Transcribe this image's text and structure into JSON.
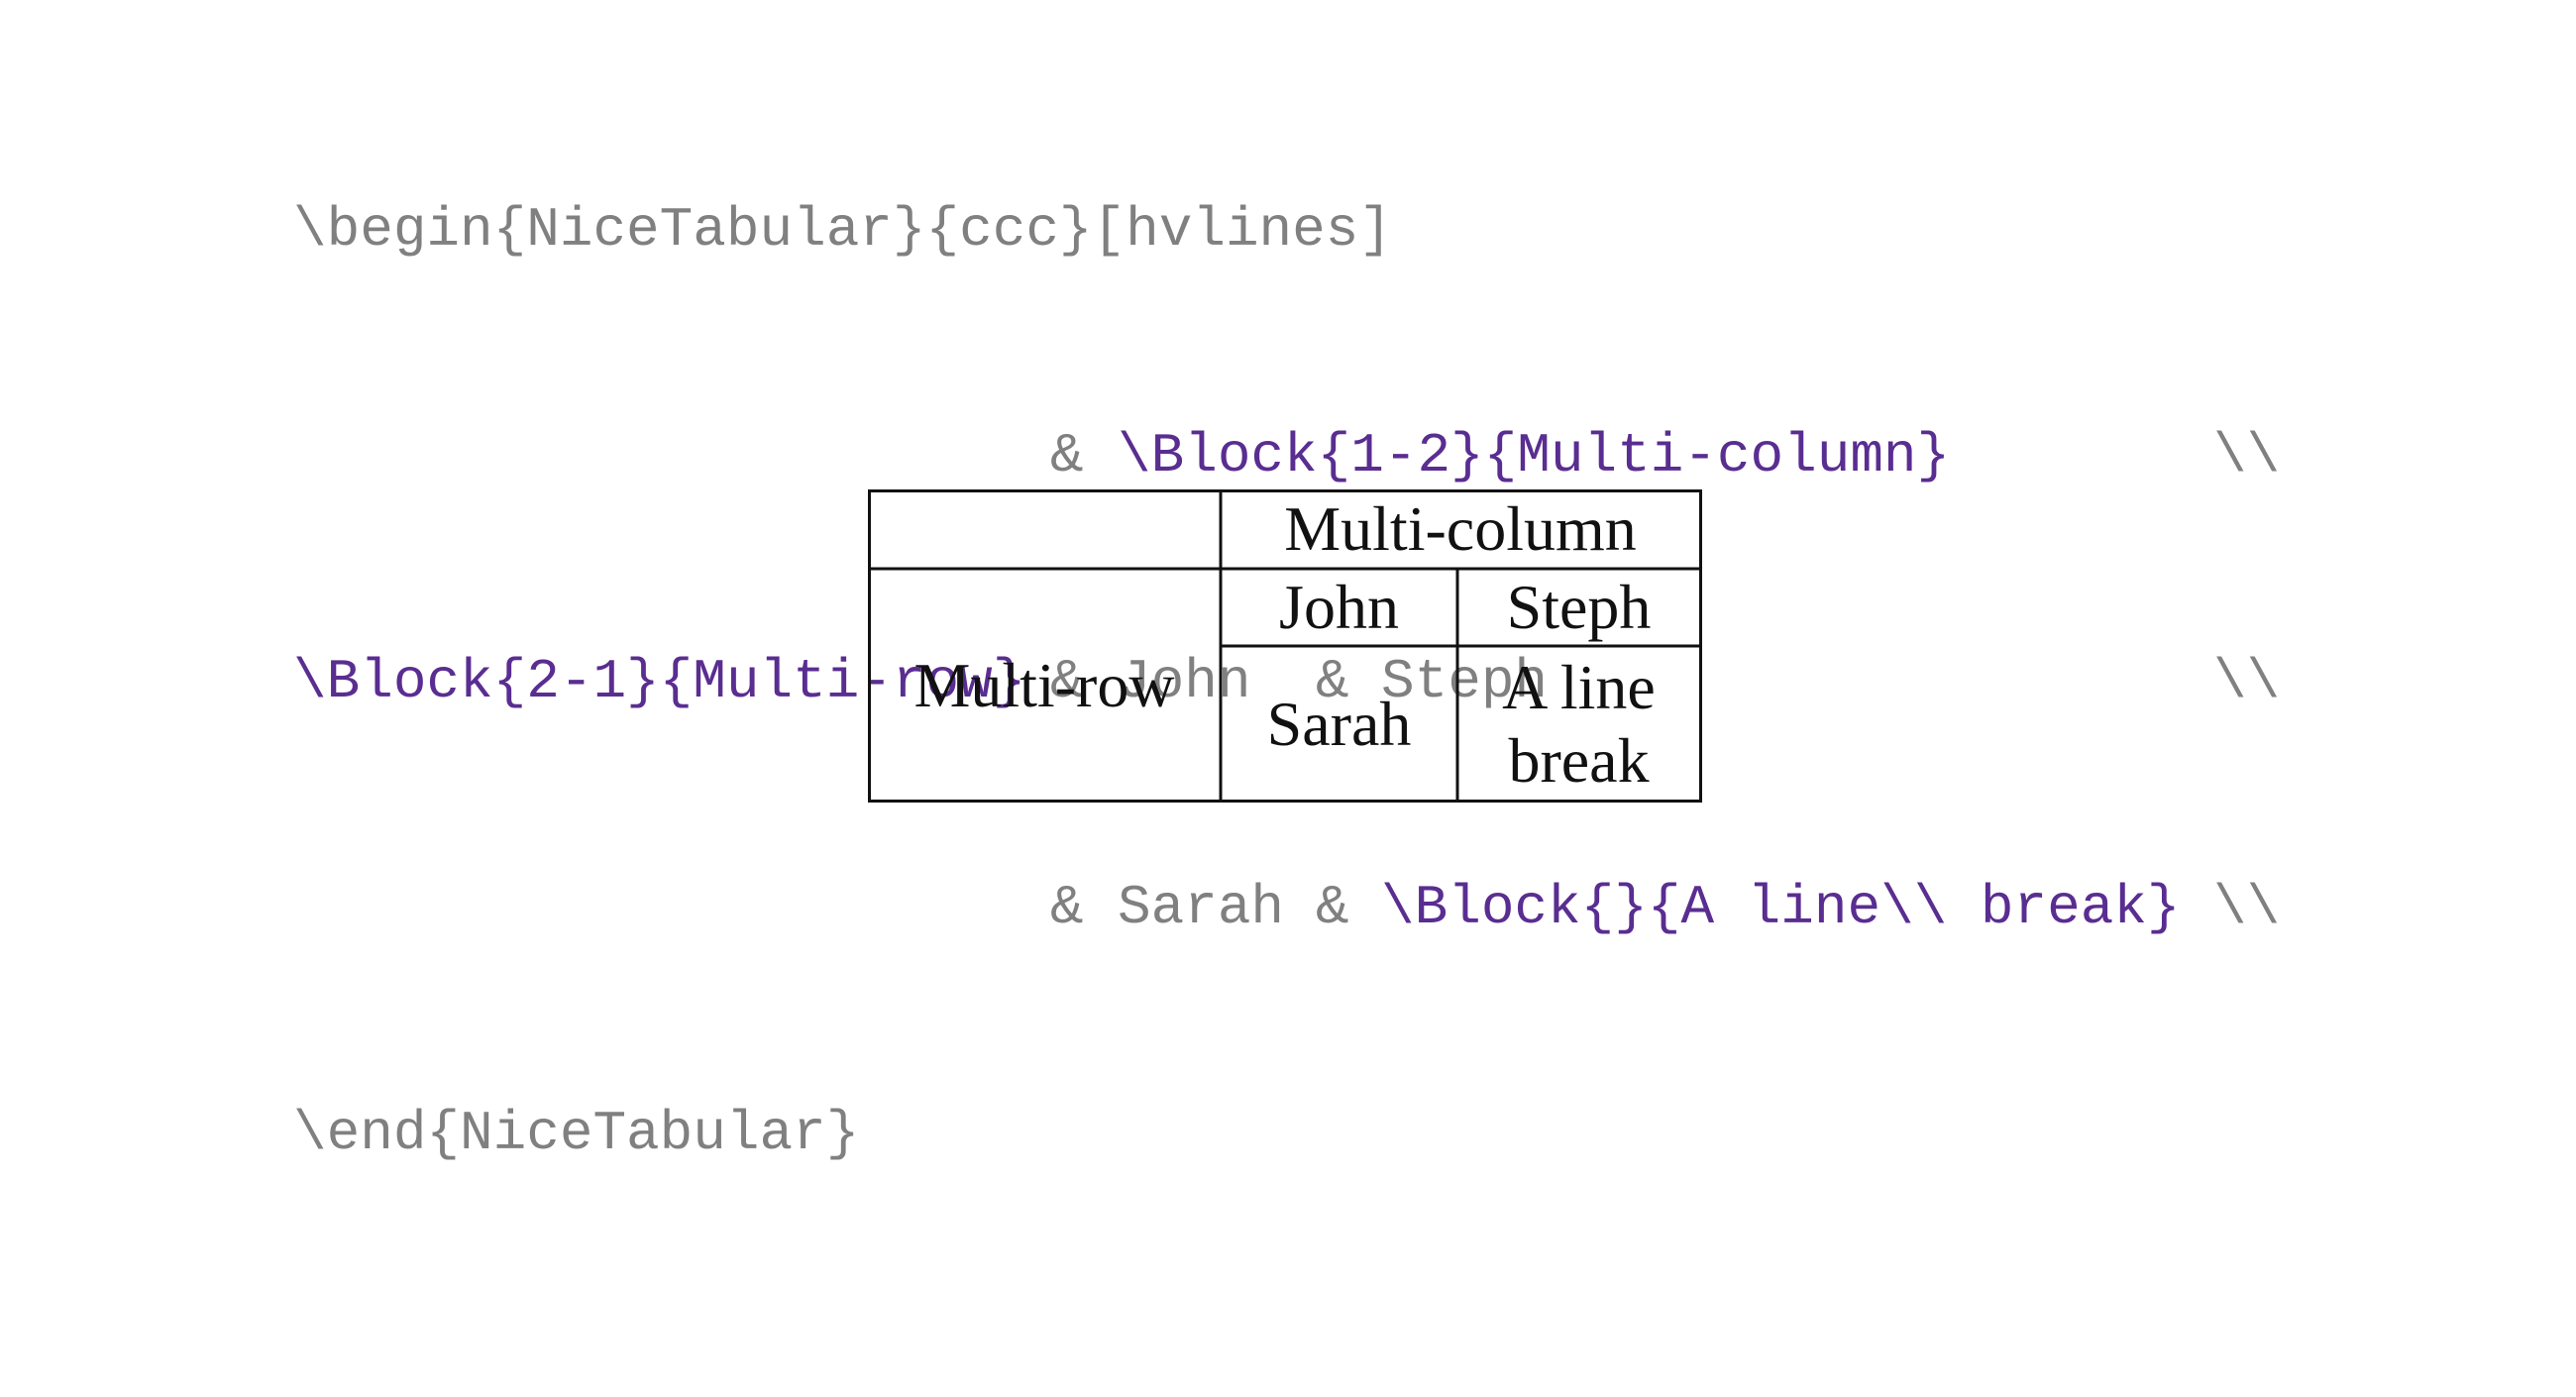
{
  "code": {
    "line1": {
      "begin": "\\begin{NiceTabular}{ccc}[hvlines]"
    },
    "line2": {
      "amp": "&",
      "block": "\\Block{1-2}{Multi-column}",
      "eol": "\\\\"
    },
    "line3": {
      "block": "\\Block{2-1}{Multi-row}",
      "amp1": "&",
      "john": "John",
      "amp2": "&",
      "steph": "Steph",
      "eol": "\\\\"
    },
    "line4": {
      "amp1": "&",
      "sarah": "Sarah",
      "amp2": "&",
      "block": "\\Block{}{A line\\\\ break}",
      "eol": "\\\\"
    },
    "line5": {
      "end": "\\end{NiceTabular}"
    }
  },
  "table": {
    "multi_column": "Multi-column",
    "multi_row": "Multi-row",
    "john": "John",
    "steph": "Steph",
    "sarah": "Sarah",
    "line_break_1": "A line",
    "line_break_2": "break"
  },
  "colors": {
    "code_gray": "#808080",
    "code_purple": "#5a2d91",
    "table_ink": "#111111"
  }
}
